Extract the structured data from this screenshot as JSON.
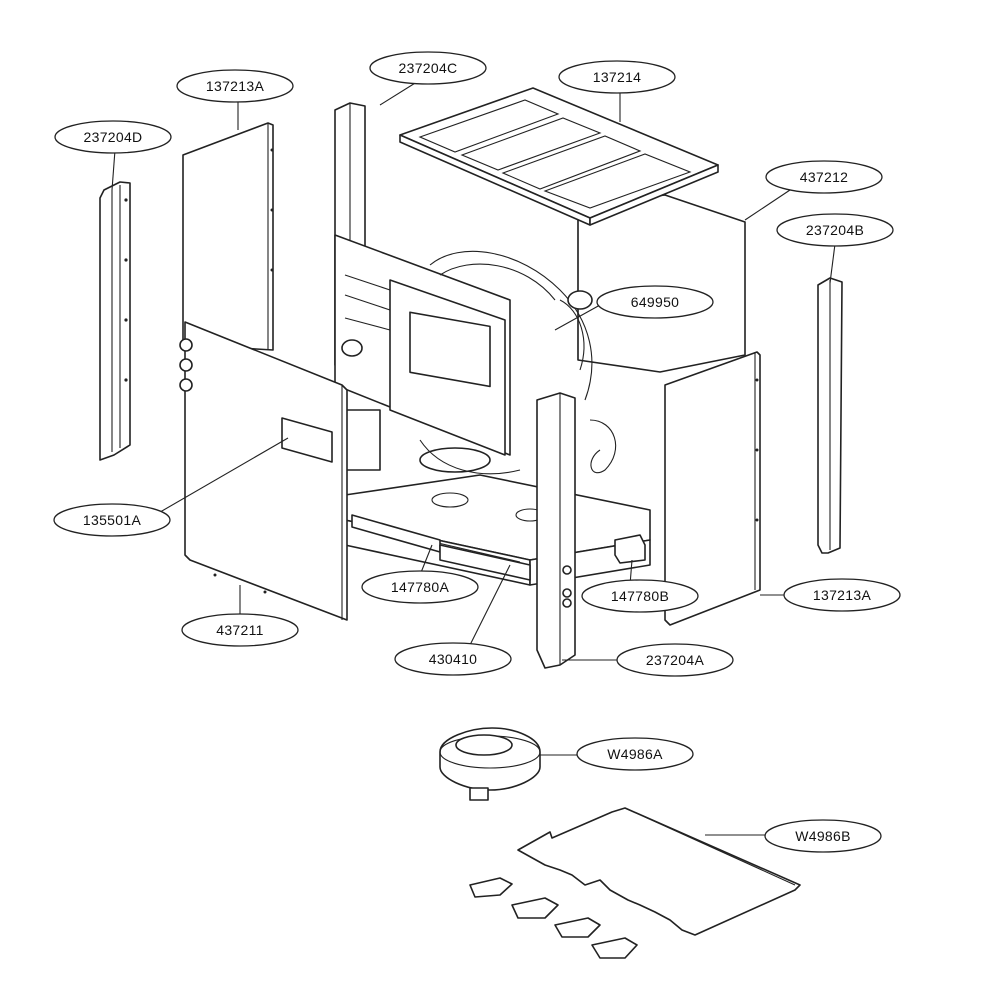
{
  "callouts": {
    "237204C": "237204C",
    "137213A_top": "137213A",
    "137214": "137214",
    "237204D": "237204D",
    "437212": "437212",
    "237204B": "237204B",
    "649950": "649950",
    "135501A": "135501A",
    "147780A": "147780A",
    "147780B": "147780B",
    "137213A_right": "137213A",
    "437211": "437211",
    "430410": "430410",
    "237204A": "237204A",
    "W4986A": "W4986A",
    "W4986B": "W4986B"
  }
}
